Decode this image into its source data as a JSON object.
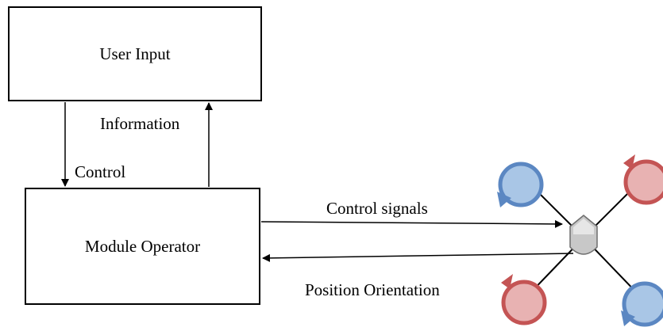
{
  "nodes": {
    "user_input": "User Input",
    "module_operator": "Module Operator"
  },
  "edges": {
    "information": "Information",
    "control": "Control",
    "control_signals": "Control signals",
    "position_orientation": "Position Orientation"
  },
  "colors": {
    "rotor_blue": "#a9c6e6",
    "rotor_blue_edge": "#5b87c2",
    "rotor_red": "#e8b2b2",
    "rotor_red_edge": "#c45454",
    "hub": "#c8c8c8"
  },
  "icons": [
    "quadcopter-icon"
  ]
}
